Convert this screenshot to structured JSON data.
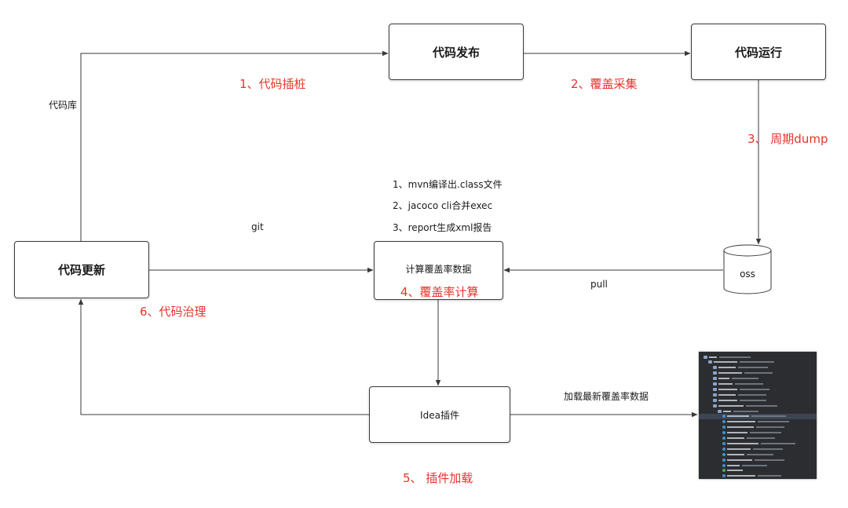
{
  "boxes": {
    "code_release": "代码发布",
    "code_run": "代码运行",
    "code_update": "代码更新",
    "compute_coverage": "计算覆盖率数据",
    "oss": "oss",
    "idea_plugin": "Idea插件"
  },
  "steps": {
    "step1": "1、代码插桩",
    "step2": "2、覆盖采集",
    "step3": "3、 周期dump",
    "step4": "4、覆盖率计算",
    "step5": "5、 插件加载",
    "step6": "6、代码治理"
  },
  "labels": {
    "repo": "代码库",
    "git": "git",
    "pull": "pull",
    "load_latest": "加载最新覆盖率数据"
  },
  "compute_notes": [
    "1、mvn编译出.class文件",
    "2、jacoco cli合并exec",
    "3、report生成xml报告"
  ],
  "colors": {
    "accent_red": "#e8332b",
    "line": "#3a3a3a",
    "panel_bg": "#2b2d30"
  }
}
